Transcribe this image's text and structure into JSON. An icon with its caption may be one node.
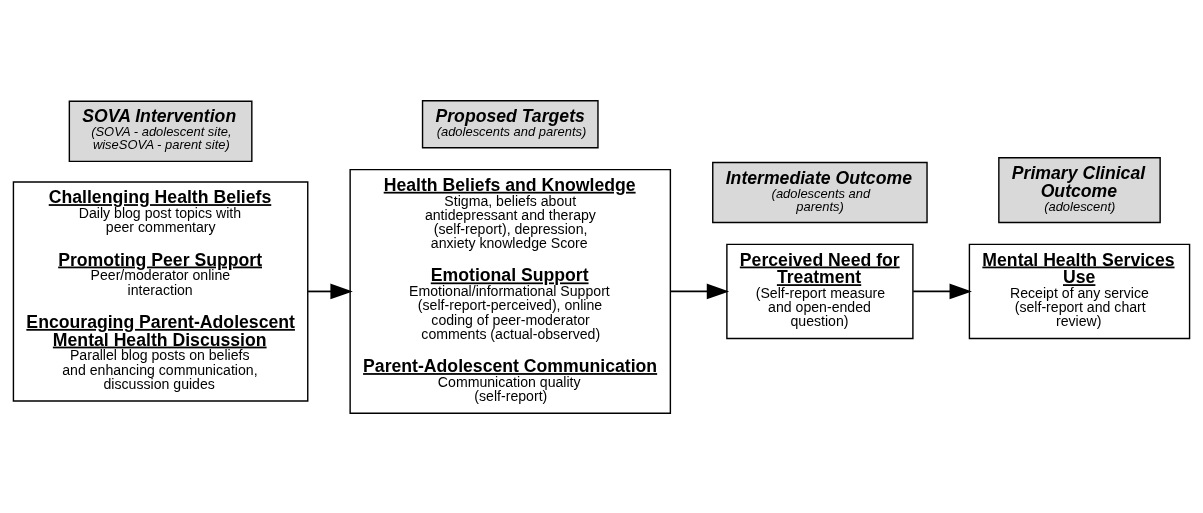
{
  "diagram": {
    "nodes": [
      {
        "text": [
          "SOVA Intervention",
          "(SOVA - adolescent site, wiseSOVA - parent site)"
        ]
      },
      {
        "text": [
          "Challenging Health Beliefs",
          "Daily blog post topics with peer commentary",
          "Promoting Peer Support",
          "Peer/moderator online interaction",
          "Encouraging Parent-Adolescent Mental Health Discussion",
          "Parallel blog posts on beliefs and enhancing communication, discussion guides"
        ]
      },
      {
        "text": [
          "Proposed Targets",
          "(adolescents and parents)"
        ]
      },
      {
        "text": [
          "Health Beliefs and Knowledge",
          "Stigma, beliefs about antidepressant and therapy (self-report), depression, anxiety knowledge Score",
          "Emotional Support",
          "Emotional/informational Support (self-report-perceived), online coding of peer-moderator comments (actual-observed)",
          "Parent-Adolescent Communication",
          "Communication quality (self-report)"
        ]
      },
      {
        "text": [
          "Intermediate Outcome",
          "(adolescents and parents)"
        ]
      },
      {
        "text": [
          "Perceived Need for Treatment",
          "(Self-report measure and open-ended question)"
        ]
      },
      {
        "text": [
          "Primary Clinical Outcome",
          "(adolescent)"
        ]
      },
      {
        "text": [
          "Mental Health Services Use",
          "Receipt of any service (self-report and chart review)"
        ]
      }
    ],
    "edges": [
      {
        "from": 1,
        "to": 3,
        "arrow": "to"
      },
      {
        "from": 3,
        "to": 5,
        "arrow": "to"
      },
      {
        "from": 5,
        "to": 7,
        "arrow": "to"
      }
    ]
  }
}
